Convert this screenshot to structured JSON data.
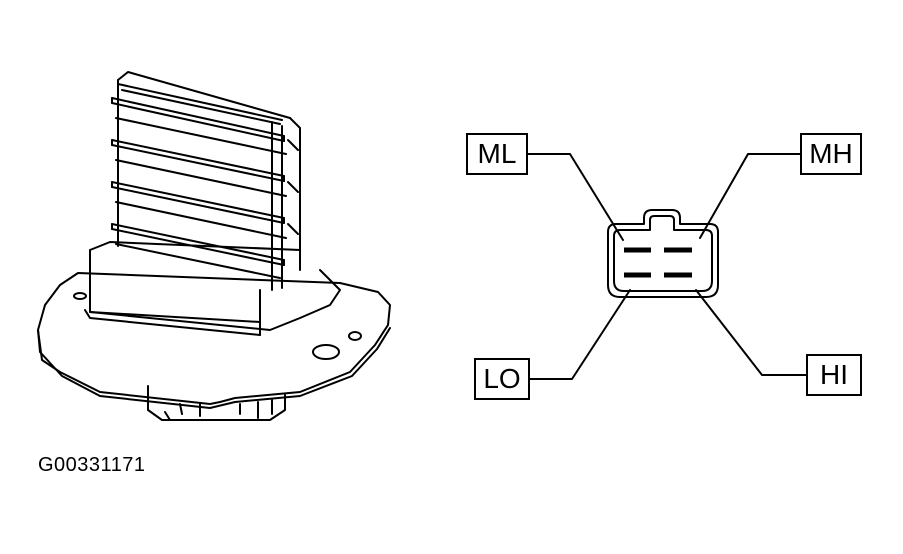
{
  "diagram": {
    "caption": "G00331171",
    "terminals": {
      "ml": "ML",
      "mh": "MH",
      "lo": "LO",
      "hi": "HI"
    }
  }
}
